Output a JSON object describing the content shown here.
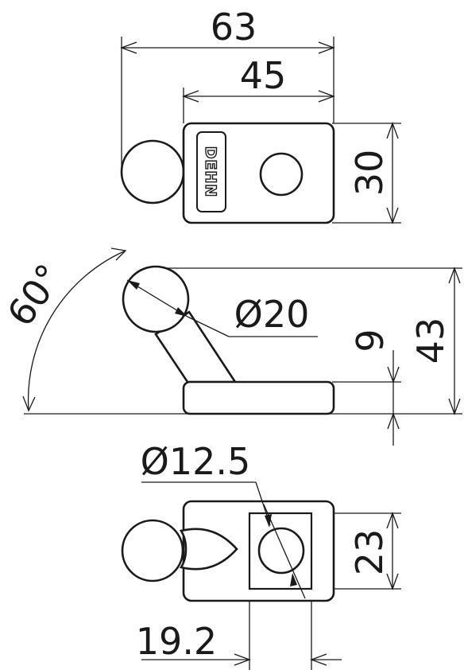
{
  "logo": {
    "text": "DEHN"
  },
  "dimensions": {
    "overall_length": "63",
    "plate_length": "45",
    "plate_width": "30",
    "angle": "60°",
    "ball_diameter": "Ø20",
    "plate_thickness": "9",
    "overall_height": "43",
    "hole_diameter": "Ø12.5",
    "square_width": "23",
    "square_offset": "19.2"
  }
}
